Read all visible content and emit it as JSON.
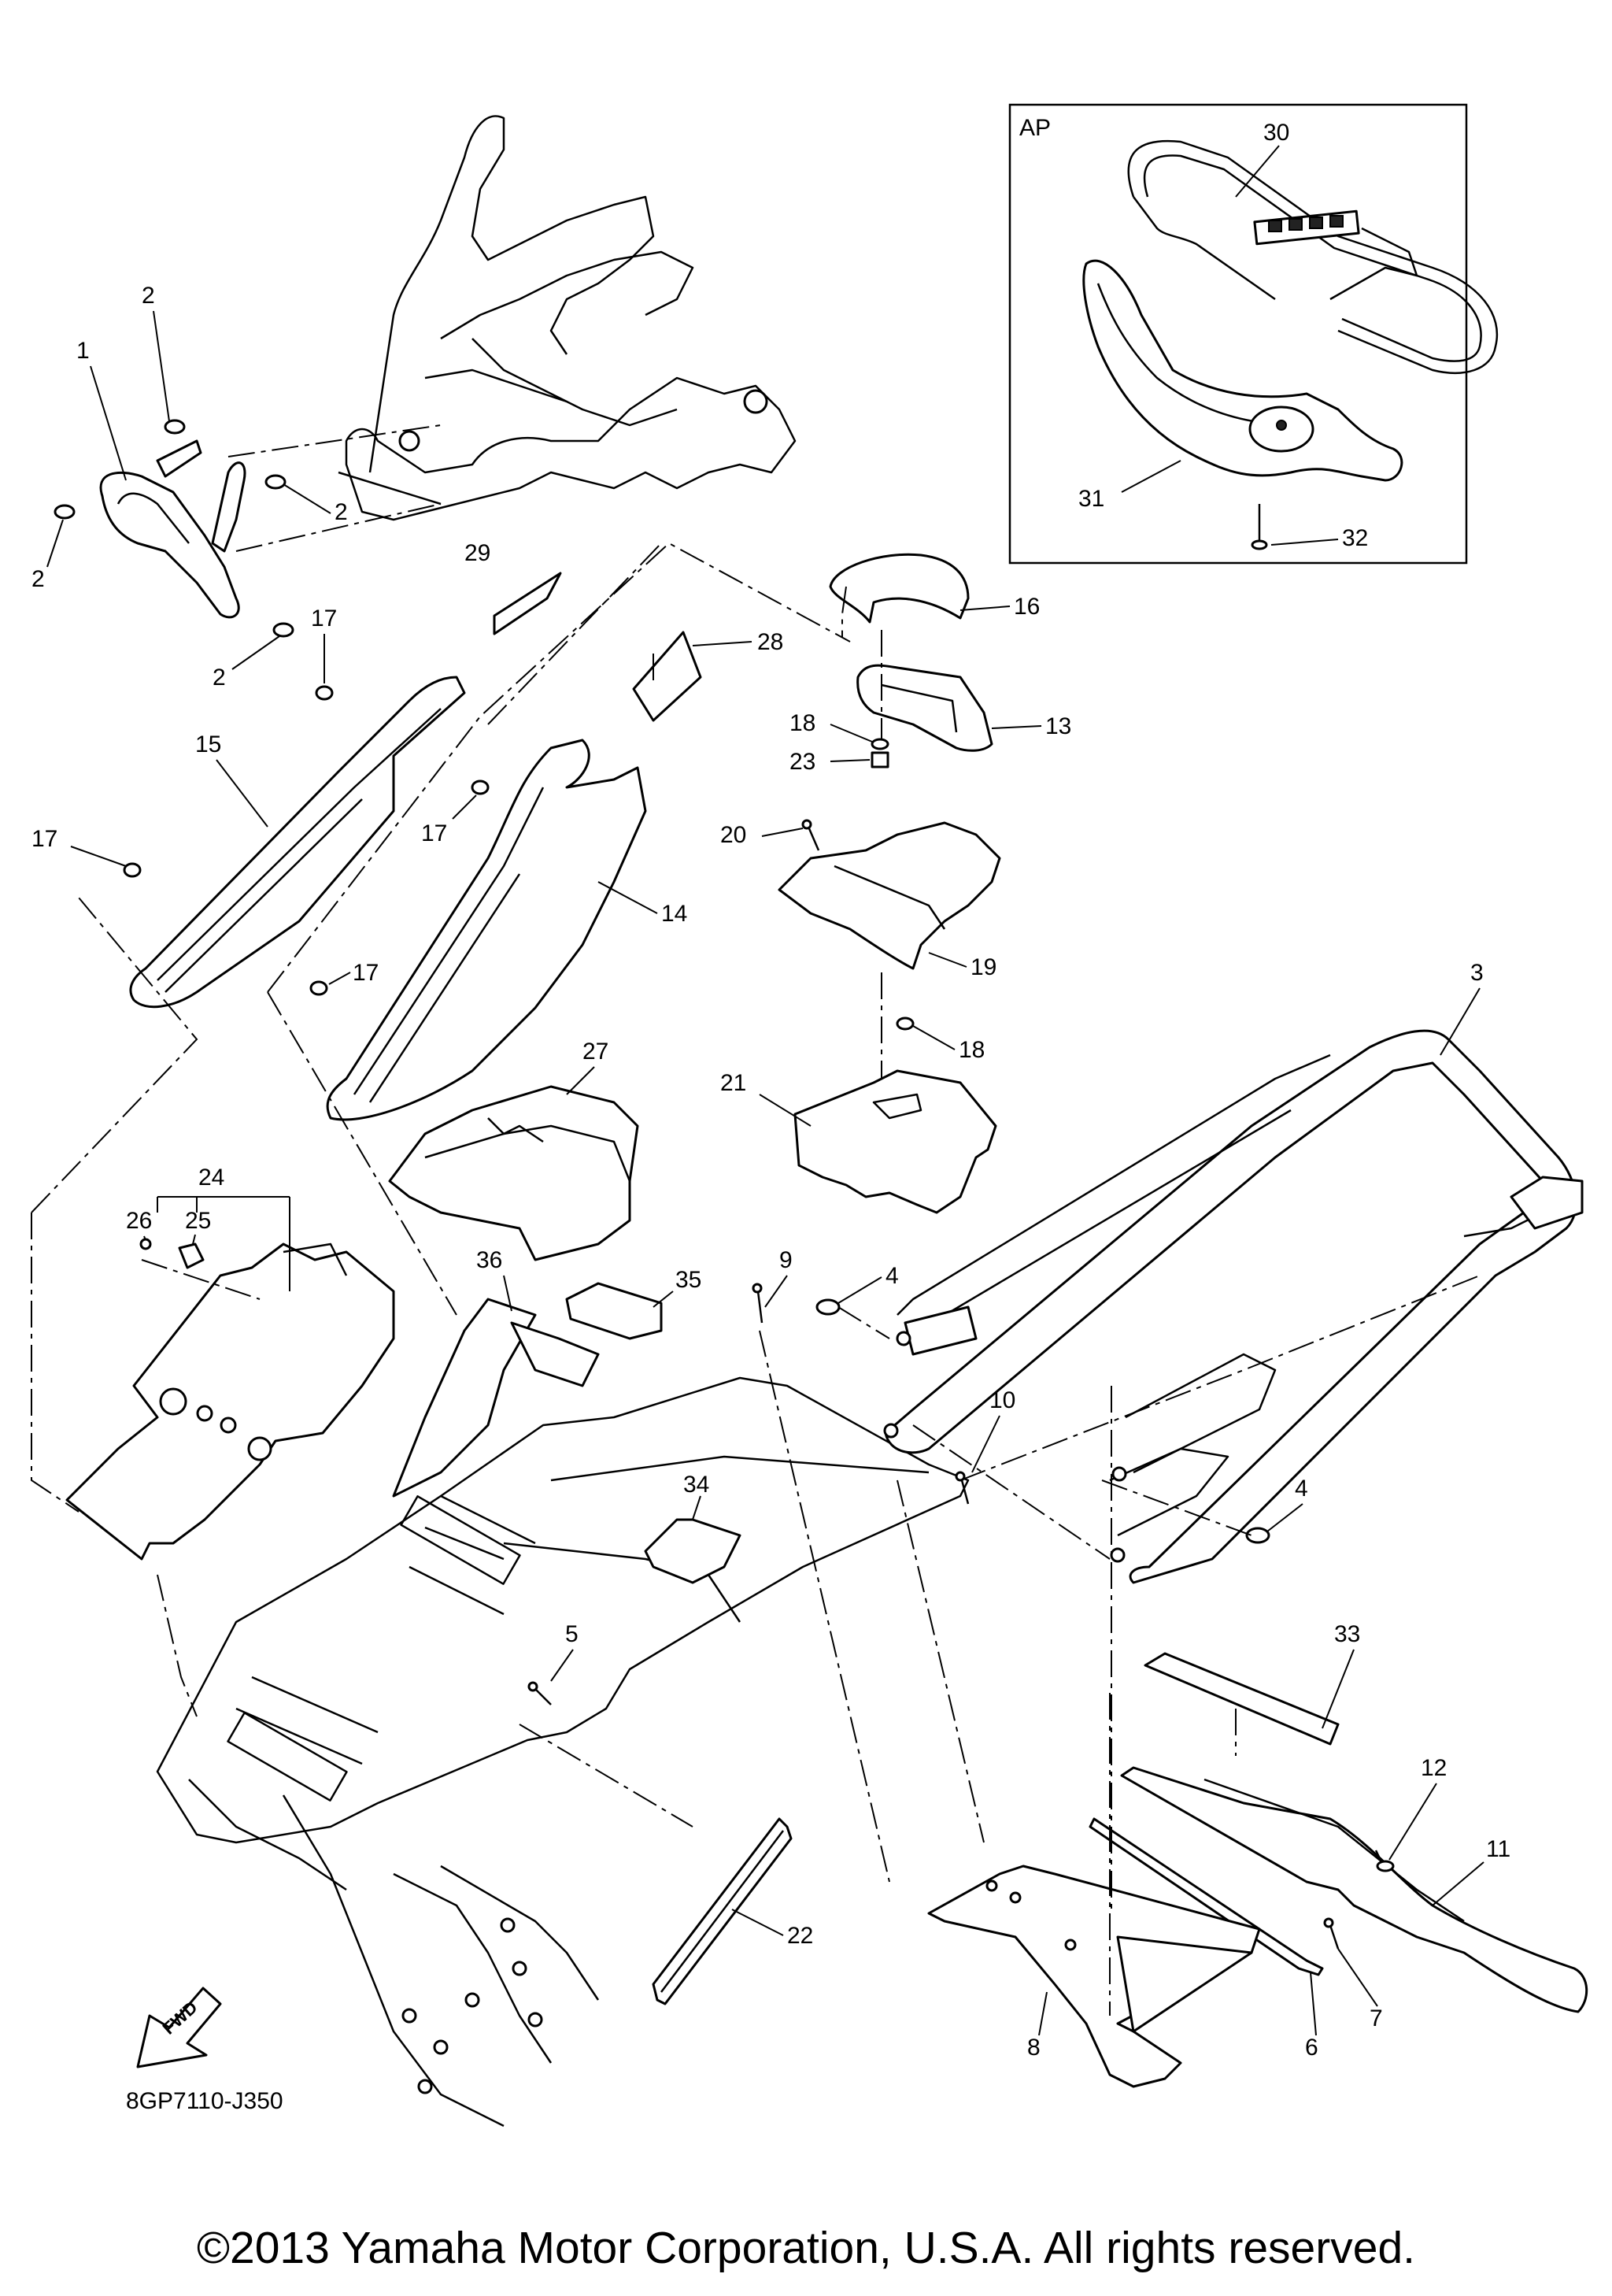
{
  "diagram": {
    "inset_label": "AP",
    "code": "8GP7110-J350",
    "fwd_label": "FWD",
    "copyright": "©2013 Yamaha Motor Corporation, U.S.A. All rights reserved."
  },
  "callouts": {
    "c1": "1",
    "c2a": "2",
    "c2b": "2",
    "c2c": "2",
    "c2d": "2",
    "c3": "3",
    "c4a": "4",
    "c4b": "4",
    "c5": "5",
    "c6": "6",
    "c7": "7",
    "c8": "8",
    "c9": "9",
    "c10": "10",
    "c11": "11",
    "c12": "12",
    "c13": "13",
    "c14": "14",
    "c15": "15",
    "c16": "16",
    "c17a": "17",
    "c17b": "17",
    "c17c": "17",
    "c17d": "17",
    "c18a": "18",
    "c18b": "18",
    "c19": "19",
    "c20": "20",
    "c21": "21",
    "c22": "22",
    "c23": "23",
    "c24": "24",
    "c25": "25",
    "c26": "26",
    "c27": "27",
    "c28": "28",
    "c29": "29",
    "c30": "30",
    "c31": "31",
    "c32": "32",
    "c33": "33",
    "c34": "34",
    "c35": "35",
    "c36": "36"
  }
}
